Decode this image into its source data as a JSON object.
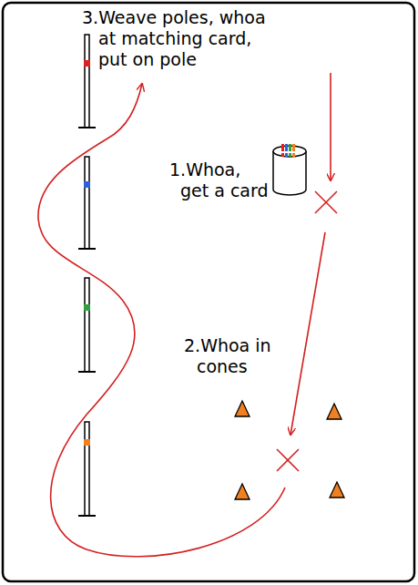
{
  "diagram": {
    "labels": [
      "3.Weave poles, whoa at matching card, put on pole",
      "1.Whoa, get a card",
      "2.Whoa in cones"
    ]
  }
}
